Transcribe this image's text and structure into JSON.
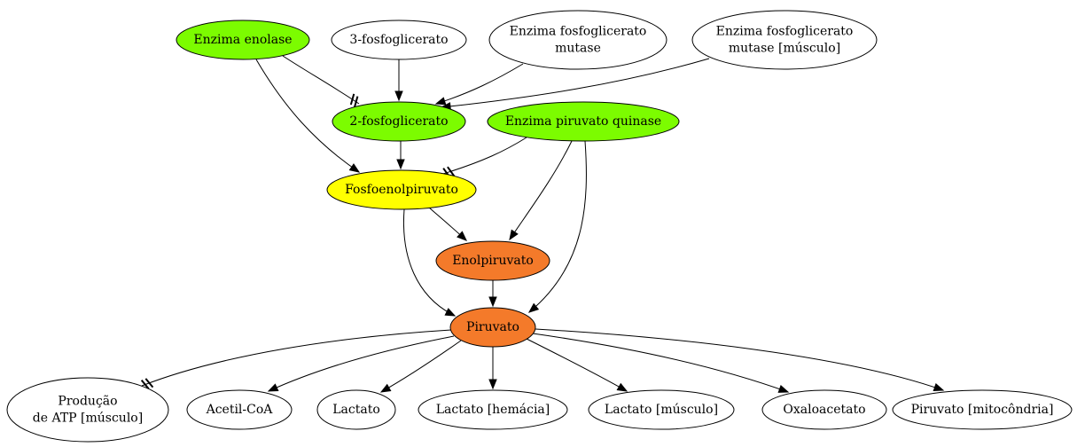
{
  "colors": {
    "green": "#7CFC00",
    "yellow": "#FFFF00",
    "orange": "#F47A2A",
    "white": "#FFFFFF",
    "stroke": "#000000"
  },
  "nodes": {
    "enolase": {
      "lines": [
        "Enzima enolase"
      ],
      "fill": "green"
    },
    "fosfoglicerato3": {
      "lines": [
        "3-fosfoglicerato"
      ],
      "fill": "white"
    },
    "mutase": {
      "lines": [
        "Enzima fosfoglicerato",
        "mutase"
      ],
      "fill": "white"
    },
    "mutase_musculo": {
      "lines": [
        "Enzima fosfoglicerato",
        "mutase [músculo]"
      ],
      "fill": "white"
    },
    "fosfoglicerato2": {
      "lines": [
        "2-fosfoglicerato"
      ],
      "fill": "green"
    },
    "piruvato_quinase": {
      "lines": [
        "Enzima piruvato quinase"
      ],
      "fill": "green"
    },
    "fosfoenolpiruvato": {
      "lines": [
        "Fosfoenolpiruvato"
      ],
      "fill": "yellow"
    },
    "enolpiruvato": {
      "lines": [
        "Enolpiruvato"
      ],
      "fill": "orange"
    },
    "piruvato": {
      "lines": [
        "Piruvato"
      ],
      "fill": "orange"
    },
    "producao_atp": {
      "lines": [
        "Produção",
        "de ATP [músculo]"
      ],
      "fill": "white"
    },
    "acetil_coa": {
      "lines": [
        "Acetil-CoA"
      ],
      "fill": "white"
    },
    "lactato": {
      "lines": [
        "Lactato"
      ],
      "fill": "white"
    },
    "lactato_hemacia": {
      "lines": [
        "Lactato [hemácia]"
      ],
      "fill": "white"
    },
    "lactato_musculo": {
      "lines": [
        "Lactato [músculo]"
      ],
      "fill": "white"
    },
    "oxaloacetato": {
      "lines": [
        "Oxaloacetato"
      ],
      "fill": "white"
    },
    "piruvato_mitocondria": {
      "lines": [
        "Piruvato [mitocôndria]"
      ],
      "fill": "white"
    }
  },
  "edges": [
    {
      "from": "enolase",
      "to": "fosfoglicerato2",
      "type": "inhibit"
    },
    {
      "from": "enolase",
      "to": "fosfoenolpiruvato",
      "type": "arrow"
    },
    {
      "from": "fosfoglicerato3",
      "to": "fosfoglicerato2",
      "type": "arrow"
    },
    {
      "from": "mutase",
      "to": "fosfoglicerato2",
      "type": "arrow"
    },
    {
      "from": "mutase_musculo",
      "to": "fosfoglicerato2",
      "type": "arrow"
    },
    {
      "from": "fosfoglicerato2",
      "to": "fosfoenolpiruvato",
      "type": "arrow"
    },
    {
      "from": "piruvato_quinase",
      "to": "fosfoenolpiruvato",
      "type": "inhibit"
    },
    {
      "from": "piruvato_quinase",
      "to": "enolpiruvato",
      "type": "arrow"
    },
    {
      "from": "piruvato_quinase",
      "to": "piruvato",
      "type": "arrow"
    },
    {
      "from": "fosfoenolpiruvato",
      "to": "enolpiruvato",
      "type": "arrow"
    },
    {
      "from": "fosfoenolpiruvato",
      "to": "piruvato",
      "type": "arrow"
    },
    {
      "from": "enolpiruvato",
      "to": "piruvato",
      "type": "arrow"
    },
    {
      "from": "piruvato",
      "to": "producao_atp",
      "type": "inhibit"
    },
    {
      "from": "piruvato",
      "to": "acetil_coa",
      "type": "arrow"
    },
    {
      "from": "piruvato",
      "to": "lactato",
      "type": "arrow"
    },
    {
      "from": "piruvato",
      "to": "lactato_hemacia",
      "type": "arrow"
    },
    {
      "from": "piruvato",
      "to": "lactato_musculo",
      "type": "arrow"
    },
    {
      "from": "piruvato",
      "to": "oxaloacetato",
      "type": "arrow"
    },
    {
      "from": "piruvato",
      "to": "piruvato_mitocondria",
      "type": "arrow"
    }
  ]
}
